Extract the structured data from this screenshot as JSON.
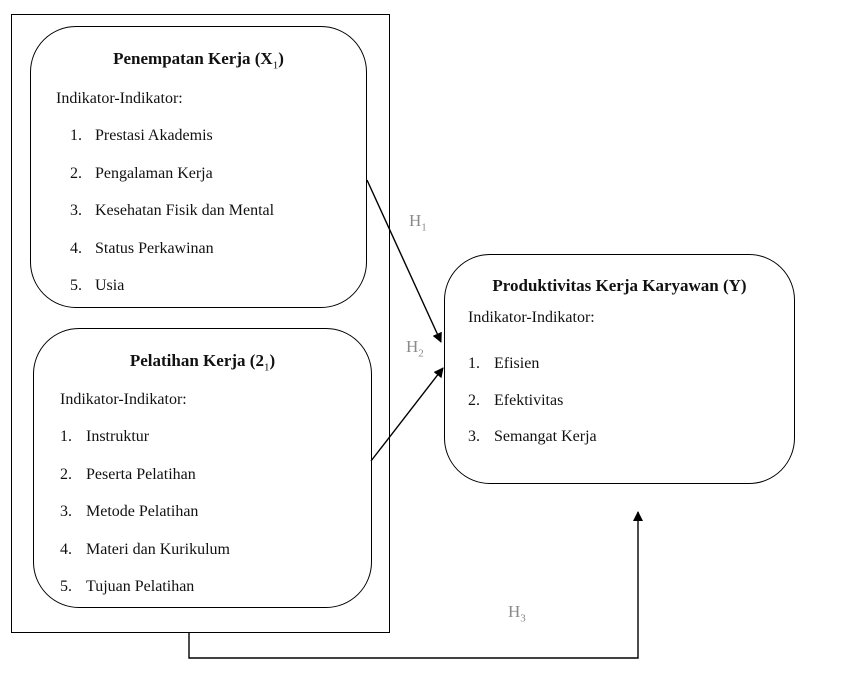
{
  "x1": {
    "title_main": "Penempatan Kerja (X",
    "title_sub": "1",
    "title_close": ")",
    "indicator_label": "Indikator-Indikator:",
    "items": [
      {
        "num": "1.",
        "label": "Prestasi Akademis"
      },
      {
        "num": "2.",
        "label": "Pengalaman Kerja"
      },
      {
        "num": "3.",
        "label": "Kesehatan Fisik dan Mental"
      },
      {
        "num": "4.",
        "label": "Status Perkawinan"
      },
      {
        "num": "5.",
        "label": "Usia"
      }
    ]
  },
  "x2": {
    "title_main": "Pelatihan Kerja (2",
    "title_sub": "1",
    "title_close": ")",
    "indicator_label": "Indikator-Indikator:",
    "items": [
      {
        "num": "1.",
        "label": "Instruktur"
      },
      {
        "num": "2.",
        "label": "Peserta Pelatihan"
      },
      {
        "num": "3.",
        "label": "Metode Pelatihan"
      },
      {
        "num": "4.",
        "label": "Materi dan Kurikulum"
      },
      {
        "num": "5.",
        "label": "Tujuan Pelatihan"
      }
    ]
  },
  "y": {
    "title": "Produktivitas Kerja Karyawan (Y)",
    "indicator_label": "Indikator-Indikator:",
    "items": [
      {
        "num": "1.",
        "label": "Efisien"
      },
      {
        "num": "2.",
        "label": "Efektivitas"
      },
      {
        "num": "3.",
        "label": "Semangat Kerja"
      }
    ]
  },
  "hypotheses": {
    "h1": {
      "main": "H",
      "sub": "1"
    },
    "h2": {
      "main": "H",
      "sub": "2"
    },
    "h3": {
      "main": "H",
      "sub": "3"
    }
  },
  "colors": {
    "line": "#000000",
    "hypothesis_label": "#8a8a8a"
  }
}
